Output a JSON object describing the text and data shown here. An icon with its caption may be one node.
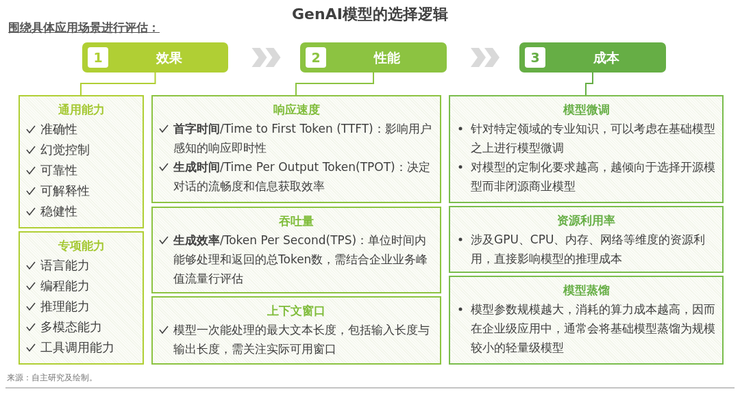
{
  "diagram": {
    "title": "GenAI模型的选择逻辑",
    "nodes": [
      {
        "text": [
          "1",
          "效果"
        ]
      },
      {
        "text": [
          "2",
          "性能"
        ]
      },
      {
        "text": [
          "3",
          "成本"
        ]
      },
      {
        "text": [
          "通用能力",
          "准确性",
          "幻觉控制",
          "可靠性",
          "可解释性",
          "稳健性"
        ]
      },
      {
        "text": [
          "专项能力",
          "语言能力",
          "编程能力",
          "推理能力",
          "多模态能力",
          "工具调用能力"
        ]
      },
      {
        "text": [
          "响应速度",
          "**首字时间**/Time to First Token (TTFT)：影响用户感知的响应即时性",
          "**生成时间**/Time Per Output Token(TPOT)：决定对话的流畅度和信息获取效率"
        ]
      },
      {
        "text": [
          "吞吐量",
          "**生成效率**/Token Per Second(TPS)：单位时间内能够处理和返回的总Token数，需结合企业业务峰值流量行评估"
        ]
      },
      {
        "text": [
          "上下文窗口",
          "模型一次能处理的最大文本长度，包括输入长度与输出长度，需关注实际可用窗口"
        ]
      },
      {
        "text": [
          "模型微调",
          "针对特定领域的专业知识，可以考虑在基础模型之上进行模型微调",
          "对模型的定制化要求越高，越倾向于选择开源模型而非闭源商业模型"
        ]
      },
      {
        "text": [
          "资源利用率",
          "涉及GPU、CPU、内存、网络等维度的资源利用，直接影响模型的推理成本"
        ]
      },
      {
        "text": [
          "模型蒸馏",
          "模型参数规模越大，消耗的算力成本越高，因而在企业级应用中，通常会将基础模型蒸馏为规模较小的轻量级模型"
        ]
      }
    ],
    "edges": [
      {
        "from": 0,
        "to": 1,
        "arrow": "to",
        "color": "#d9d9d9"
      },
      {
        "from": 1,
        "to": 2,
        "arrow": "to",
        "color": "#d9d9d9"
      },
      {
        "from": 0,
        "to": 3,
        "arrow": "none",
        "color": "#b0cf34"
      },
      {
        "from": 1,
        "to": 5,
        "arrow": "none",
        "color": "#8cc341"
      },
      {
        "from": 2,
        "to": 8,
        "arrow": "none",
        "color": "#66ae45"
      }
    ],
    "labels": [
      "围绕具体应用场景进行评估：",
      "来源：自主研究及绘制。"
    ]
  }
}
